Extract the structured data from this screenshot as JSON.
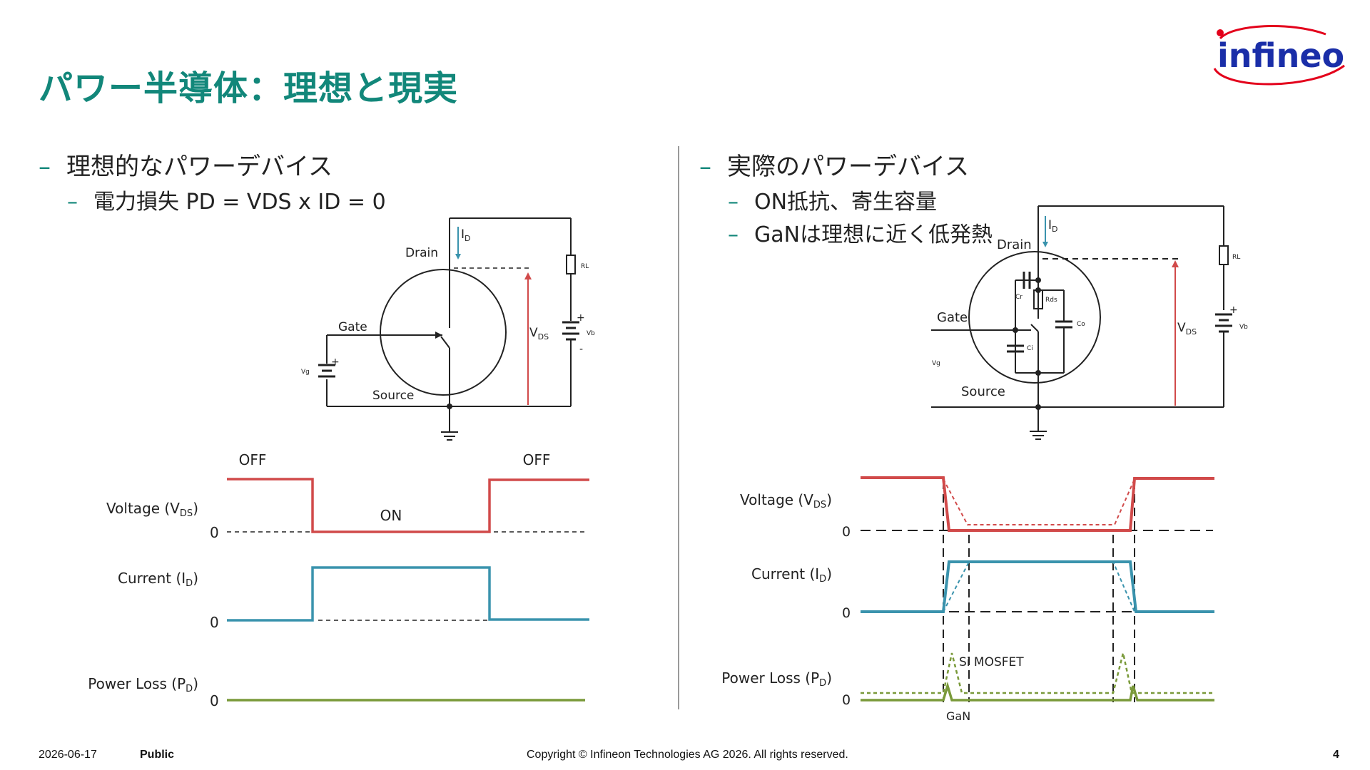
{
  "title": "パワー半導体：理想と現実",
  "logo": {
    "text": "infineon",
    "color": "#1a2ea8",
    "swoosh_color": "#e3001b"
  },
  "colors": {
    "accent": "#12877a",
    "voltage": "#d14a4a",
    "current": "#3a93ad",
    "power": "#7a9a3a"
  },
  "left": {
    "heading": "理想的なパワーデバイス",
    "sub": "電力損失 PD = VDS x ID  = 0",
    "circuit": {
      "drain": "Drain",
      "gate": "Gate",
      "source": "Source",
      "id": "I",
      "id_sub": "D",
      "vds": "V",
      "vds_sub": "DS",
      "rl": "RL",
      "vb": "Vb",
      "vg": "Vg",
      "plus": "+",
      "minus": "-"
    },
    "waves": {
      "off": "OFF",
      "on": "ON",
      "voltage": "Voltage (V",
      "voltage_sub": "DS",
      "current": "Current (I",
      "current_sub": "D",
      "power": "Power Loss (P",
      "power_sub": "D",
      "close": ")",
      "zero": "0"
    }
  },
  "right": {
    "heading": "実際のパワーデバイス",
    "sub1": "ON抵抗、寄生容量",
    "sub2": "GaNは理想に近く低発熱",
    "circuit": {
      "drain": "Drain",
      "gate": "Gate",
      "source": "Source",
      "id": "I",
      "id_sub": "D",
      "vds": "V",
      "vds_sub": "DS",
      "rl": "RL",
      "vb": "Vb",
      "vg": "Vg",
      "cr": "Cr",
      "rds": "Rds",
      "co": "Co",
      "ci": "Ci",
      "plus": "+"
    },
    "waves": {
      "voltage": "Voltage (V",
      "voltage_sub": "DS",
      "current": "Current (I",
      "current_sub": "D",
      "power": "Power Loss (P",
      "power_sub": "D",
      "close": ")",
      "zero": "0",
      "si_mosfet": "Si MOSFET",
      "gan": "GaN"
    }
  },
  "footer": {
    "date": "2026-06-17",
    "classification": "Public",
    "copyright": "Copyright © Infineon Technologies AG 2026. All rights reserved.",
    "page": "4"
  }
}
